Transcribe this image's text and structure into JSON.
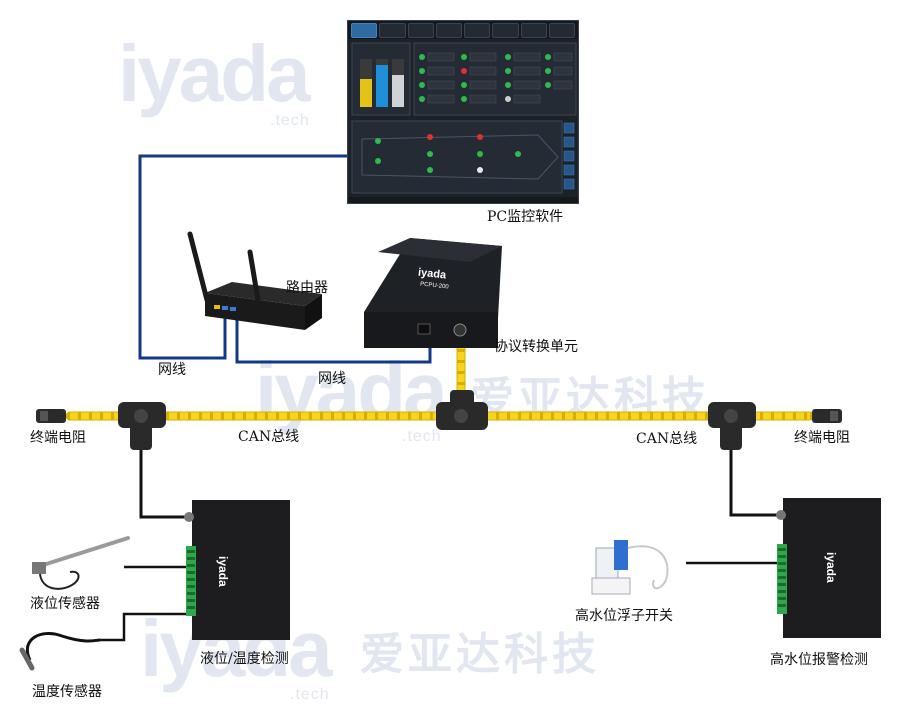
{
  "labels": {
    "pc_software": "PC监控软件",
    "router": "路由器",
    "protocol_unit": "协议转换单元",
    "network_left": "网线",
    "network_mid": "网线",
    "terminator_left": "终端电阻",
    "can_bus_left": "CAN总线",
    "can_bus_right": "CAN总线",
    "terminator_right": "终端电阻",
    "level_sensor": "液位传感器",
    "temp_sensor": "温度传感器",
    "level_temp_detect": "液位/温度检测",
    "float_switch": "高水位浮子开关",
    "high_water_detect": "高水位报警检测"
  },
  "watermark": {
    "brand": "iyada",
    "sub": ".tech",
    "cn": "爱亚达科技"
  },
  "devices": {
    "gateway_brand": "iyada",
    "gateway_model": "PCPU-200",
    "detector_brand": "iyada"
  },
  "colors": {
    "can_bus": "#f2c811",
    "ethernet": "#12388a",
    "device": "#1d1d1f",
    "terminal_block": "#2ea84a"
  }
}
